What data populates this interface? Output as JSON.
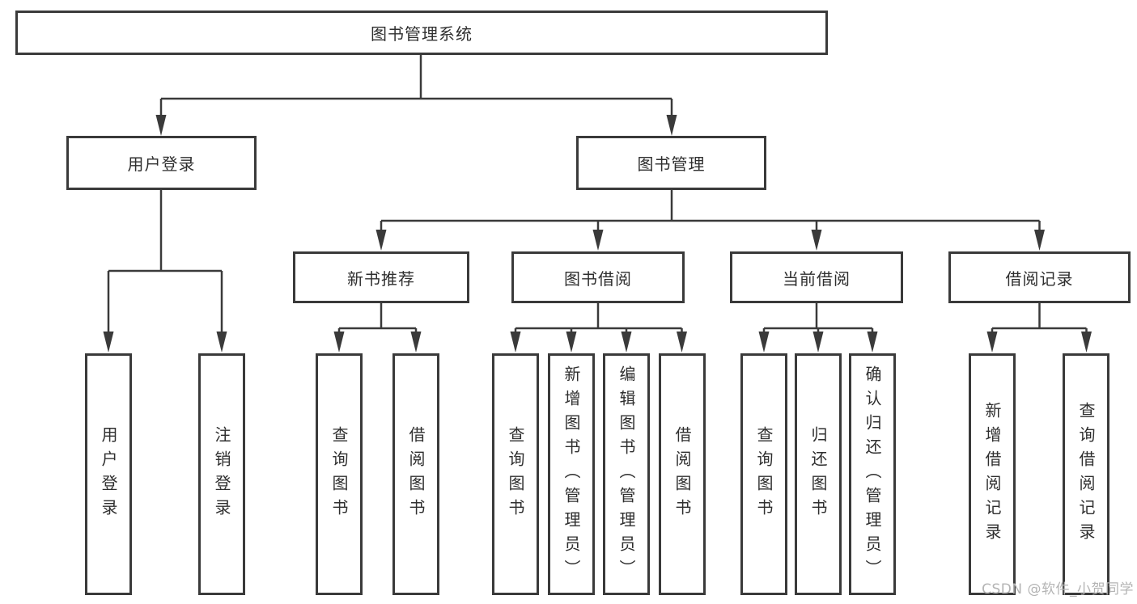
{
  "tree": {
    "label": "图书管理系统",
    "children": [
      {
        "label": "用户登录",
        "children": [
          {
            "label": "用户登录"
          },
          {
            "label": "注销登录"
          }
        ]
      },
      {
        "label": "图书管理",
        "children": [
          {
            "label": "新书推荐",
            "children": [
              {
                "label": "查询图书"
              },
              {
                "label": "借阅图书"
              }
            ]
          },
          {
            "label": "图书借阅",
            "children": [
              {
                "label": "查询图书"
              },
              {
                "label": "新增图书（管理员）"
              },
              {
                "label": "编辑图书（管理员）"
              },
              {
                "label": "借阅图书"
              }
            ]
          },
          {
            "label": "当前借阅",
            "children": [
              {
                "label": "查询图书"
              },
              {
                "label": "归还图书"
              },
              {
                "label": "确认归还（管理员）"
              }
            ]
          },
          {
            "label": "借阅记录",
            "children": [
              {
                "label": "新增借阅记录"
              },
              {
                "label": "查询借阅记录"
              }
            ]
          }
        ]
      }
    ]
  },
  "watermark": {
    "text": "CSDN @软件_小贺同学"
  },
  "colors": {
    "line": "#3a3a3a",
    "text": "#2f2f2f",
    "background": "#ffffff",
    "watermark": "#b4b4b4"
  }
}
